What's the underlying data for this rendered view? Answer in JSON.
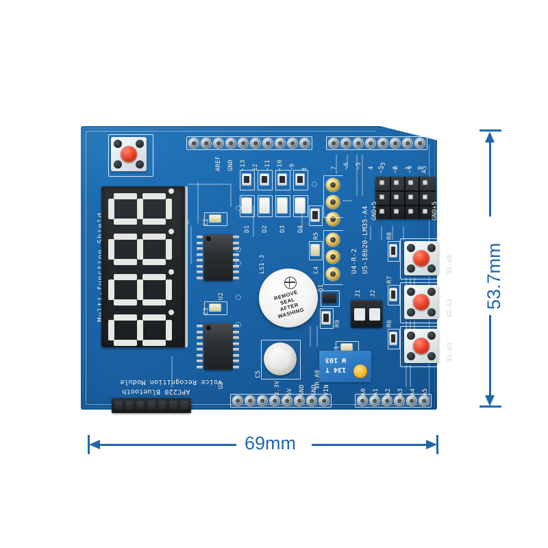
{
  "product": {
    "name": "Multi-function Shield",
    "side_silk": "Multi-function Shield"
  },
  "dimensions": {
    "width_label": "69mm",
    "height_label": "53.7mm",
    "accent_color": "#1f67ad"
  },
  "board": {
    "color": "#1a63a6",
    "silk_color": "#ffffff"
  },
  "headers": {
    "digital_left": {
      "name": "digital-header-left",
      "pins": [
        "AREF",
        "GND",
        "~13",
        "12",
        "~11",
        "~10",
        "~9",
        "8"
      ]
    },
    "digital_right": {
      "name": "digital-header-right",
      "pins": [
        "7",
        "~6",
        "~5",
        "4",
        "~3",
        "2",
        "1",
        "0"
      ]
    },
    "power_bottom": {
      "name": "power-header",
      "pins": [
        "",
        "",
        "3.3V",
        "5V",
        "GND",
        "GND",
        "VIN",
        ""
      ]
    },
    "analog_bottom": {
      "name": "analog-header",
      "pins": [
        "A0",
        "A1",
        "A2",
        "A3",
        "A4",
        "A5"
      ]
    },
    "servo_block": {
      "name": "servo-header-block",
      "signals": [
        "~5",
        "~6",
        "~9",
        "A5"
      ],
      "rail_left": "GND+5",
      "rail_right": "GND+5"
    },
    "module_header": {
      "name": "module-header",
      "label_top": "APC220 Bluetooth",
      "label_bottom": "Voice Recognition Module",
      "pin_count": 7
    }
  },
  "components": {
    "reset_button": {
      "label": "",
      "name": "reset-button"
    },
    "display": {
      "name": "seven-segment-display",
      "digits": 4,
      "type": "4-digit-7-segment"
    },
    "ics": [
      {
        "ref": "U2",
        "name": "shift-register-u2"
      },
      {
        "ref": "U3",
        "name": "shift-register-u3"
      }
    ],
    "leds": [
      {
        "ref": "D1"
      },
      {
        "ref": "D2"
      },
      {
        "ref": "D3"
      },
      {
        "ref": "D4"
      }
    ],
    "caps": [
      {
        "ref": "C1"
      },
      {
        "ref": "C2"
      },
      {
        "ref": "C3"
      },
      {
        "ref": "C4"
      },
      {
        "ref": "C5"
      }
    ],
    "resistors": [
      {
        "ref": "R5"
      },
      {
        "ref": "R6"
      },
      {
        "ref": "R7"
      },
      {
        "ref": "R8"
      },
      {
        "ref": "R9"
      }
    ],
    "transistor": {
      "ref": "Q1"
    },
    "buzzer": {
      "ref": "LS1-3",
      "name": "buzzer",
      "seal_text_lines": [
        "REMOVE",
        "SEAL",
        "AFTER",
        "WASHING"
      ]
    },
    "trimpot": {
      "ref": "VR-A0",
      "name": "trim-potentiometer",
      "marking_line1": "134 T",
      "marking_line2": "W 103"
    },
    "sensor_header": {
      "ref_1": "U4-R-2",
      "ref_2": "U5-18b20-LM35-A4",
      "name": "sensor-socket",
      "holes": 6
    },
    "jumpers": [
      {
        "ref": "J1"
      },
      {
        "ref": "J2"
      }
    ],
    "buttons": [
      {
        "ref": "S2-A3",
        "name": "button-s2-a3"
      },
      {
        "ref": "S2-A2",
        "name": "button-s2-a2"
      },
      {
        "ref": "S1-A1",
        "name": "button-s1-a1"
      }
    ]
  }
}
